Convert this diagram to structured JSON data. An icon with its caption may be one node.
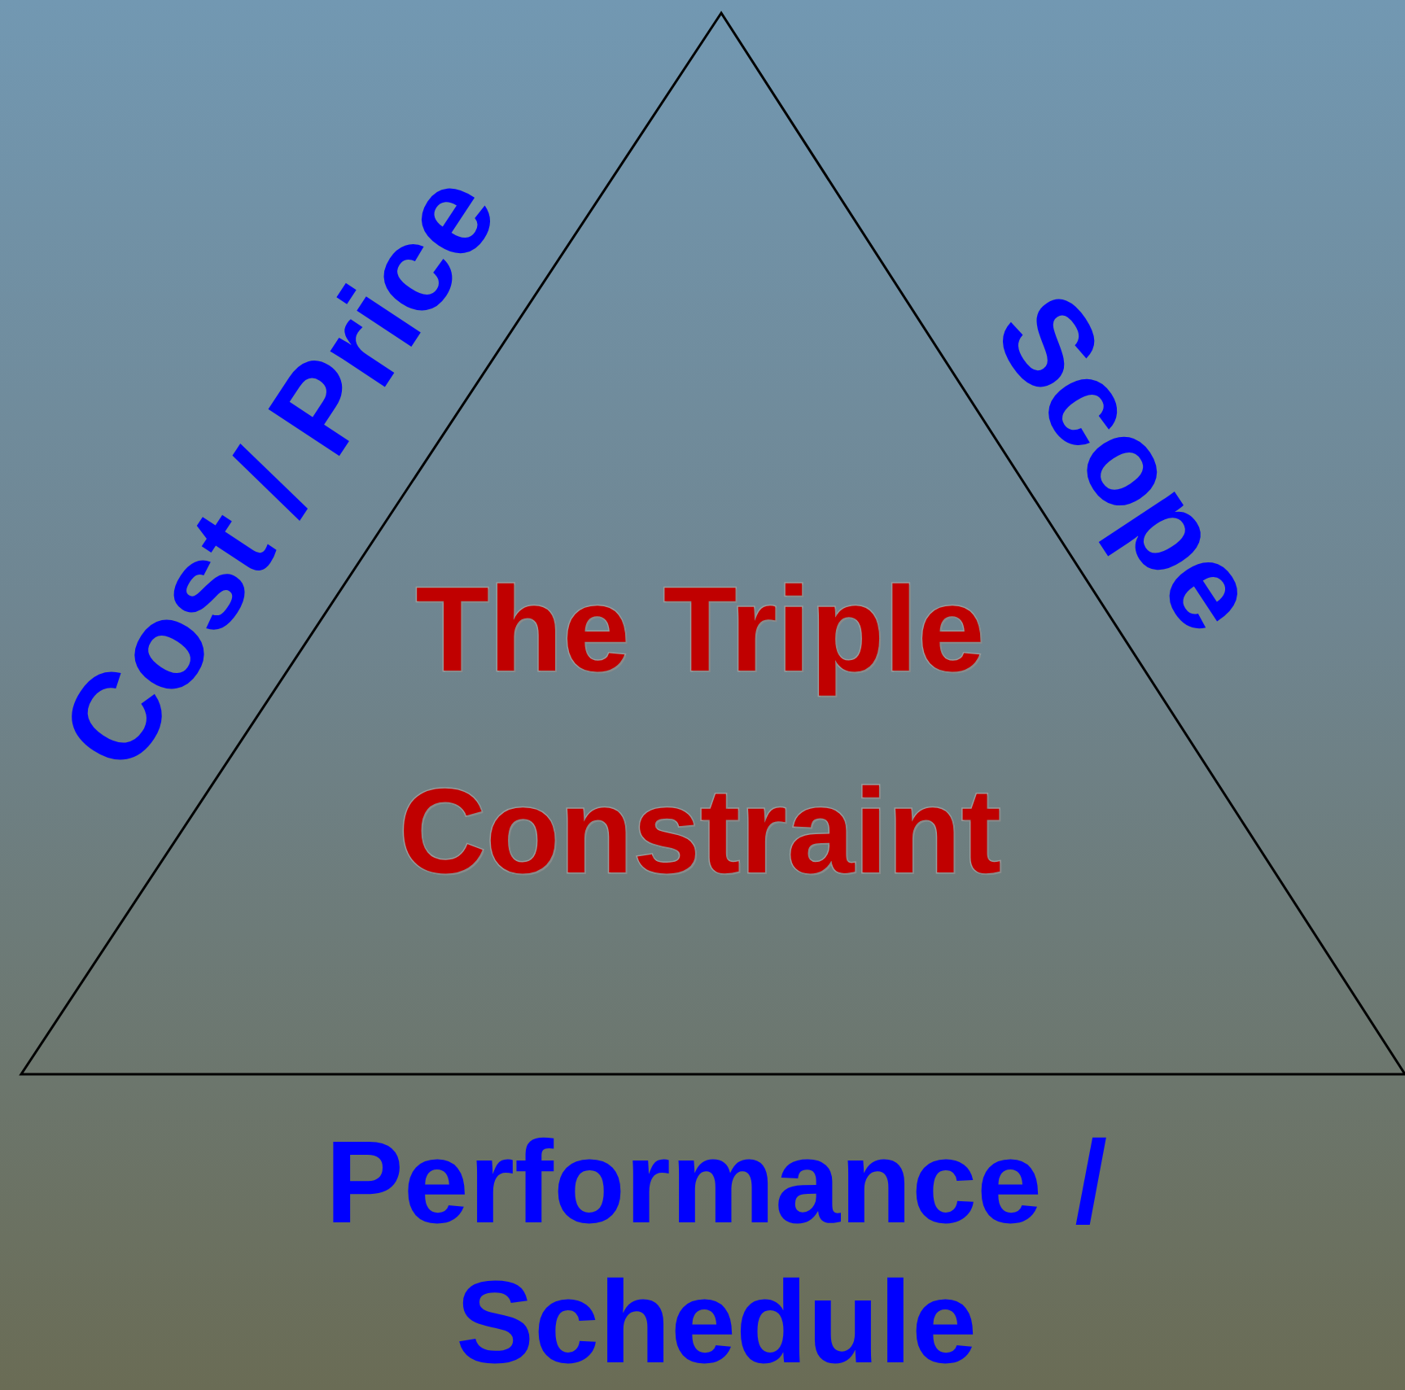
{
  "diagram": {
    "nodes": [
      {
        "text": [
          "The Triple Constraint"
        ]
      }
    ],
    "edges": [],
    "labels": [
      "Cost / Price",
      "Scope",
      "Performance / Schedule"
    ]
  }
}
